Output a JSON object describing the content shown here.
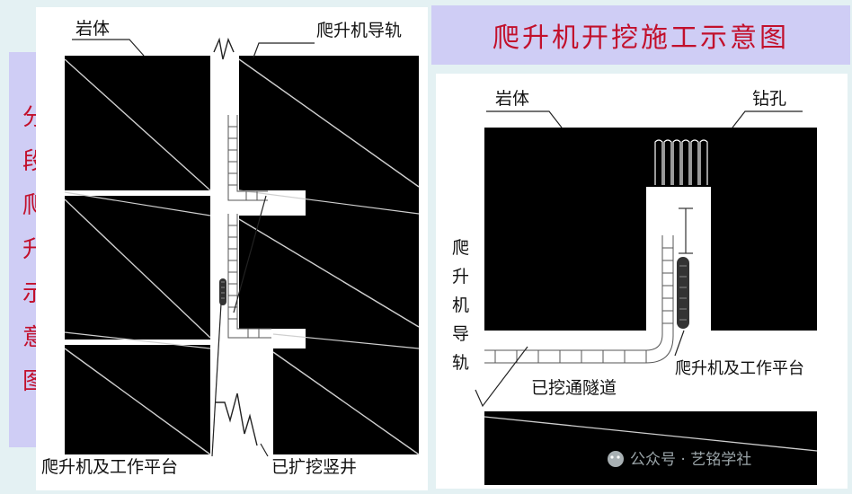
{
  "right_panel": {
    "title": "爬升机开挖施工示意图",
    "labels": {
      "rock": "岩体",
      "borehole": "钻孔",
      "guide_rail_chars": [
        "爬",
        "升",
        "机",
        "导",
        "轨"
      ],
      "climber_platform": "爬升机及工作平台",
      "excavated_tunnel": "已挖通隧道"
    }
  },
  "left_panel": {
    "title_chars": [
      "分",
      "段",
      "爬",
      "升",
      "示",
      "意",
      "图"
    ],
    "labels": {
      "rock": "岩体",
      "guide_rail": "爬升机导轨",
      "climber_platform": "爬升机及工作平台",
      "expanded_shaft": "已扩挖竖井"
    }
  },
  "watermark": {
    "text": "公众号 · 艺铭学社"
  },
  "colors": {
    "title_text": "#c2102c",
    "title_background": "#cfcdf5",
    "page_background": "#e4f1f3",
    "rock_fill": "#000000"
  }
}
